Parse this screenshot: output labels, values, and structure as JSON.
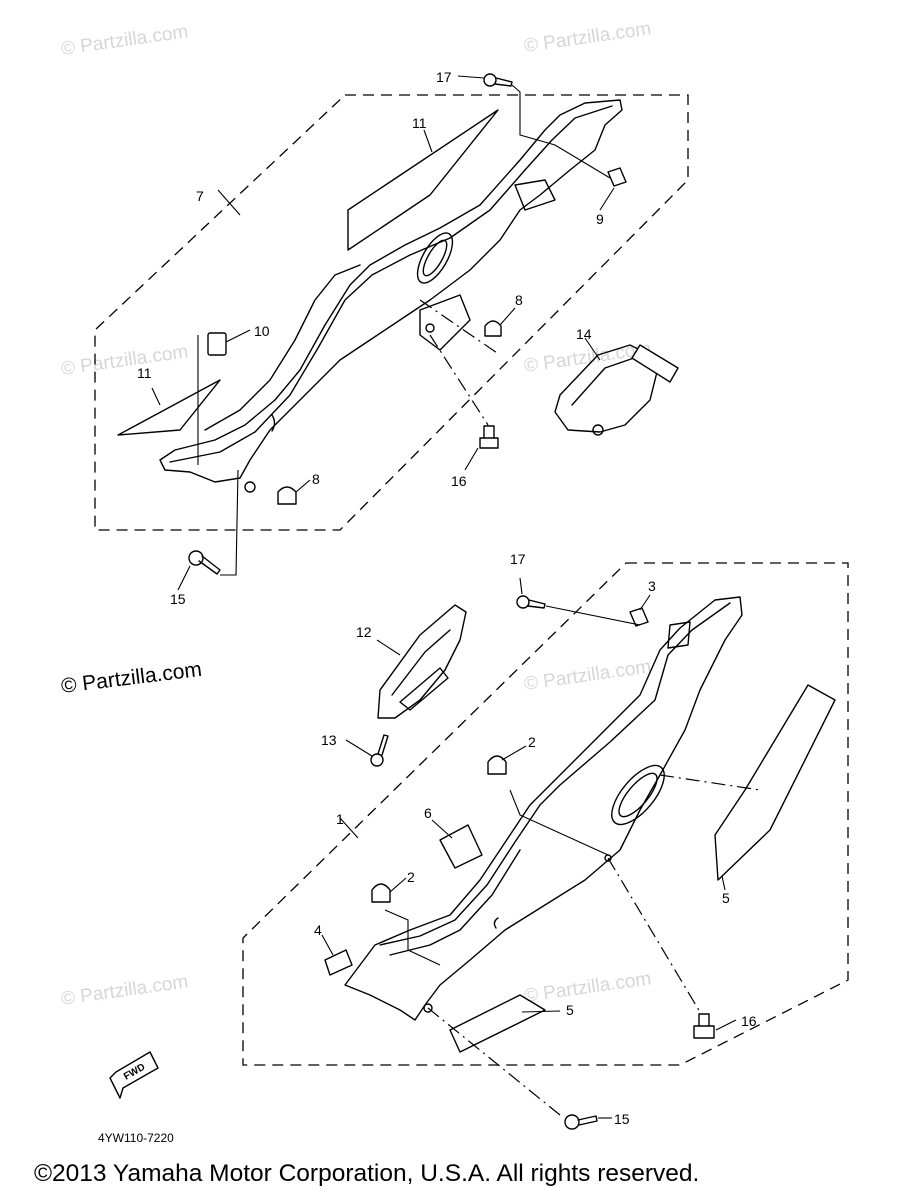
{
  "watermark": "© Partzilla.com",
  "credit_watermark": "© Partzilla.com",
  "diagram_code": "4YW110-7220",
  "fwd_label": "FWD",
  "copyright": "©2013  Yamaha Motor Corporation, U.S.A. All rights reserved.",
  "callouts": {
    "c1": "1",
    "c2a": "2",
    "c2b": "2",
    "c3": "3",
    "c4": "4",
    "c5a": "5",
    "c5b": "5",
    "c6": "6",
    "c7": "7",
    "c8a": "8",
    "c8b": "8",
    "c9": "9",
    "c10": "10",
    "c11a": "11",
    "c11b": "11",
    "c12": "12",
    "c13": "13",
    "c14": "14",
    "c15a": "15",
    "c15b": "15",
    "c16a": "16",
    "c16b": "16",
    "c17a": "17",
    "c17b": "17"
  }
}
